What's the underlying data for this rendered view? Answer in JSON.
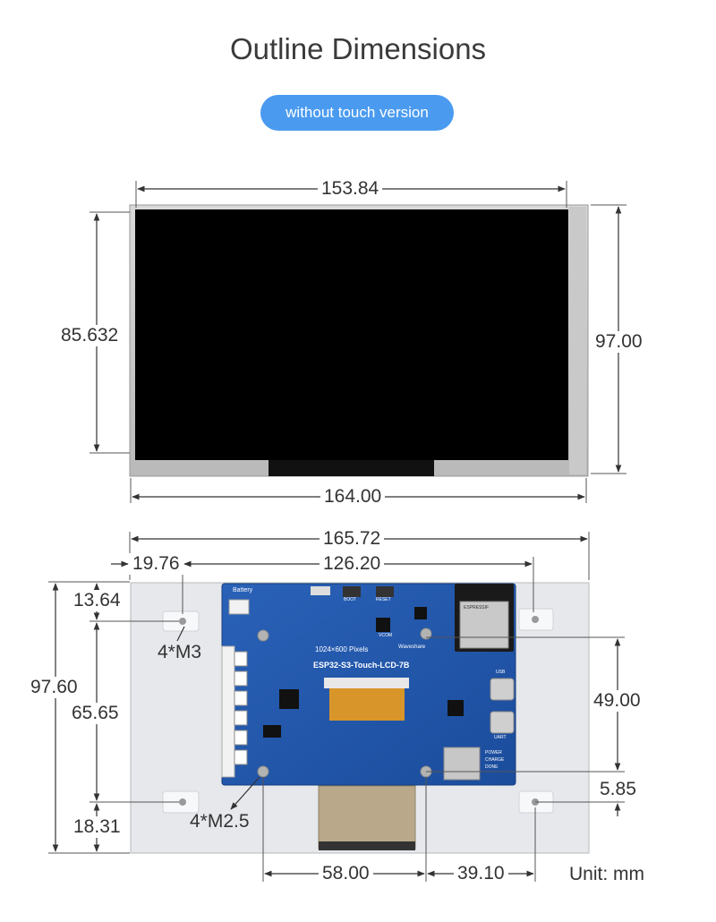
{
  "header": {
    "title": "Outline Dimensions",
    "badge": "without touch version"
  },
  "colors": {
    "accent": "#4a9bf0",
    "pcb": "#2156a8",
    "frame": "#c8c8c8",
    "panel": "#000000"
  },
  "front_view": {
    "dims": {
      "width_active": "153.84",
      "width_total": "164.00",
      "height_active": "85.632",
      "height_total": "97.00"
    }
  },
  "back_view": {
    "dims": {
      "width_total": "165.72",
      "offset_left": "19.76",
      "hole_span_top": "126.20",
      "top_margin": "13.64",
      "height_total": "97.60",
      "hole_span_left": "65.65",
      "bottom_margin": "18.31",
      "right_span": "49.00",
      "right_bottom": "5.85",
      "bottom_span_1": "58.00",
      "bottom_span_2": "39.10"
    },
    "holes": {
      "m3": "4*M3",
      "m25": "4*M2.5"
    },
    "unit": "Unit: mm",
    "board": {
      "battery": "Battery",
      "resolution": "1024×600 Pixels",
      "model": "ESP32-S3-Touch-LCD-7B",
      "brand": "Waveshare",
      "boot": "BOOT",
      "reset": "RESET",
      "vcom": "VCOM",
      "usb": "USB",
      "uart": "UART",
      "power": "POWER",
      "charge": "CHARGE",
      "done": "DONE",
      "module": "ESPRESSIF"
    }
  }
}
